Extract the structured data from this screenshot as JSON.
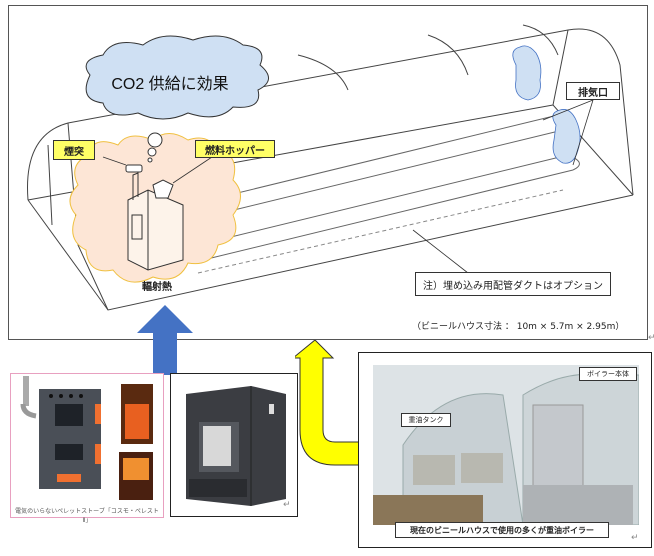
{
  "diagram": {
    "co2_bubble": "CO2 供給に効果",
    "labels": {
      "chimney": "煙突",
      "fuel_hopper": "燃料ホッパー",
      "exhaust_port": "排気口",
      "radiant_heat": "輻射熱",
      "duct_note": "注）埋め込み用配管ダクトはオプション"
    },
    "dimension_note": "（ビニールハウス寸法 ： 10m × 5.7m × 2.95m）",
    "colors": {
      "cloud_fill": "#cfe0f3",
      "heat_fill": "#fde6d6",
      "heat_border": "#f0c040",
      "label_yellow": "#ffff66",
      "blue_arrow": "#4472c4",
      "yellow_arrow": "#ffff00"
    }
  },
  "photos": {
    "pellet_stove_caption": "電気のいらないペレットストーブ「コスモ・ペレストⅡ」",
    "boiler_photo": {
      "tank_label": "重油タンク",
      "boiler_label": "ボイラー本体",
      "caption": "現在のビニールハウスで使用の多くが重油ボイラー"
    }
  },
  "return_mark": "↵"
}
